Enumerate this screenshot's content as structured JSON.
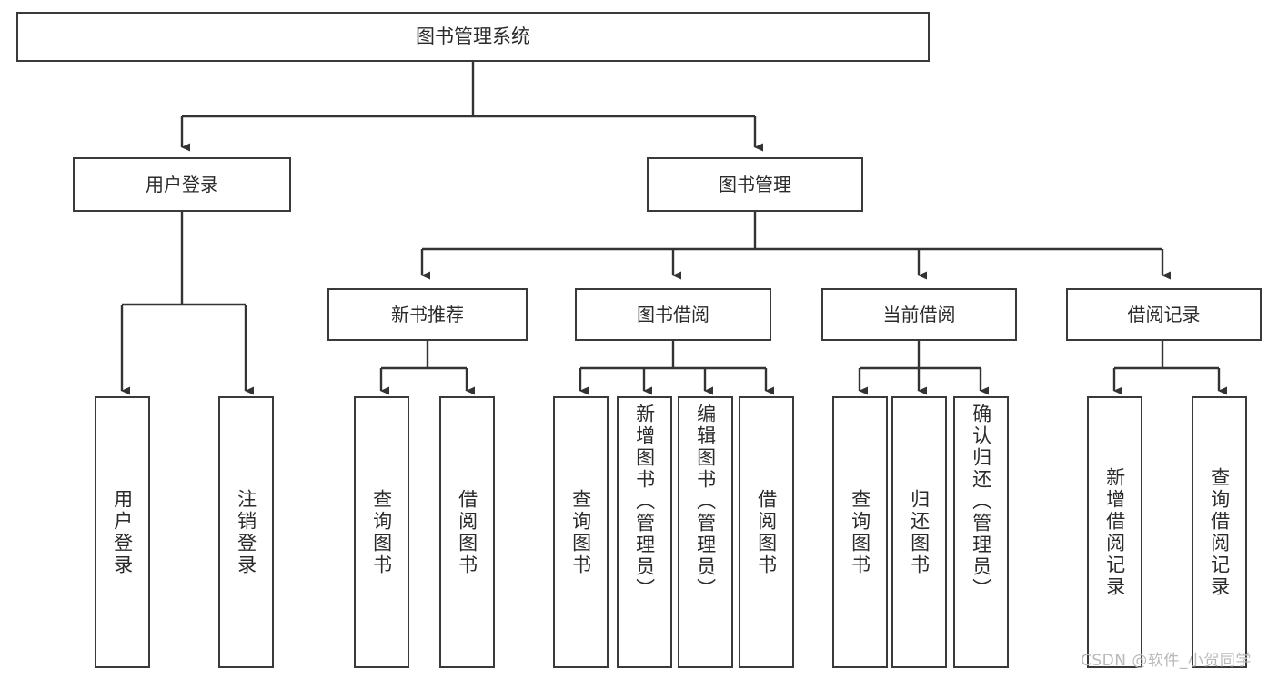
{
  "diagram": {
    "type": "tree",
    "title": "图书管理系统",
    "root": {
      "label": "图书管理系统"
    },
    "level2": [
      {
        "label": "用户登录"
      },
      {
        "label": "图书管理"
      }
    ],
    "level3": [
      {
        "label": "新书推荐"
      },
      {
        "label": "图书借阅"
      },
      {
        "label": "当前借阅"
      },
      {
        "label": "借阅记录"
      }
    ],
    "leaves": {
      "user_login": [
        {
          "label": "用户登录"
        },
        {
          "label": "注销登录"
        }
      ],
      "new_book_recommend": [
        {
          "label": "查询图书"
        },
        {
          "label": "借阅图书"
        }
      ],
      "book_borrow": [
        {
          "label": "查询图书"
        },
        {
          "label": "新增图书（管理员）"
        },
        {
          "label": "编辑图书（管理员）"
        },
        {
          "label": "借阅图书"
        }
      ],
      "current_borrow": [
        {
          "label": "查询图书"
        },
        {
          "label": "归还图书"
        },
        {
          "label": "确认归还（管理员）"
        }
      ],
      "borrow_record": [
        {
          "label": "新增借阅记录"
        },
        {
          "label": "查询借阅记录"
        }
      ]
    }
  },
  "watermark": {
    "text": "CSDN @软件_小贺同学"
  },
  "colors": {
    "background": "#ffffff",
    "box_border": "#3a3a3a",
    "text": "#2b2b2b",
    "connector": "#333333",
    "watermark": "#b9b9b9"
  }
}
